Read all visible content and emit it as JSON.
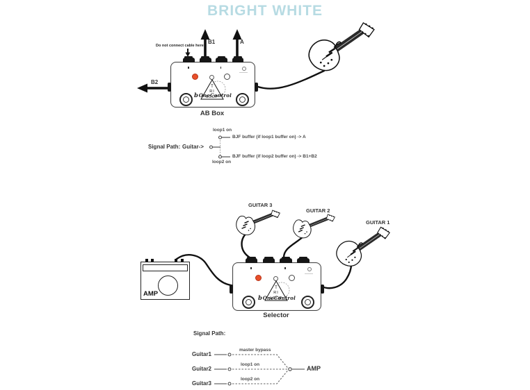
{
  "title": "BRIGHT WHITE",
  "colors": {
    "title_blue": "#b7dbe3",
    "led_red": "#e8502a",
    "line": "#1a1a1a"
  },
  "pedal": {
    "brand_prefix": "b",
    "brand_name": "OneControl",
    "logo_line1": "T",
    "logo_line2": "RI",
    "logo_line3": "LOOP"
  },
  "ab_box": {
    "caption": "AB Box",
    "note": "Do not connect cable here",
    "arrow_b1": "B1",
    "arrow_a": "A",
    "arrow_b2": "B2",
    "signal_path": {
      "title": "Signal Path:",
      "source": "Guitar->",
      "loop1_state": "loop1 on",
      "loop2_state": "loop2 on",
      "branch_a": "BJF buffer (if loop1 buffer on) -> A",
      "branch_b": "BJF buffer (if loop2 buffer on) -> B1+B2"
    }
  },
  "selector": {
    "caption": "Selector",
    "guitar1_label": "GUITAR 1",
    "guitar2_label": "GUITAR 2",
    "guitar3_label": "GUITAR 3",
    "amp_label": "AMP",
    "signal_path": {
      "title": "Signal Path:",
      "rows": [
        {
          "source": "Guitar1",
          "state": "master bypass"
        },
        {
          "source": "Guitar2",
          "state": "loop1 on"
        },
        {
          "source": "Guitar3",
          "state": "loop2 on"
        }
      ],
      "output": "AMP"
    }
  }
}
